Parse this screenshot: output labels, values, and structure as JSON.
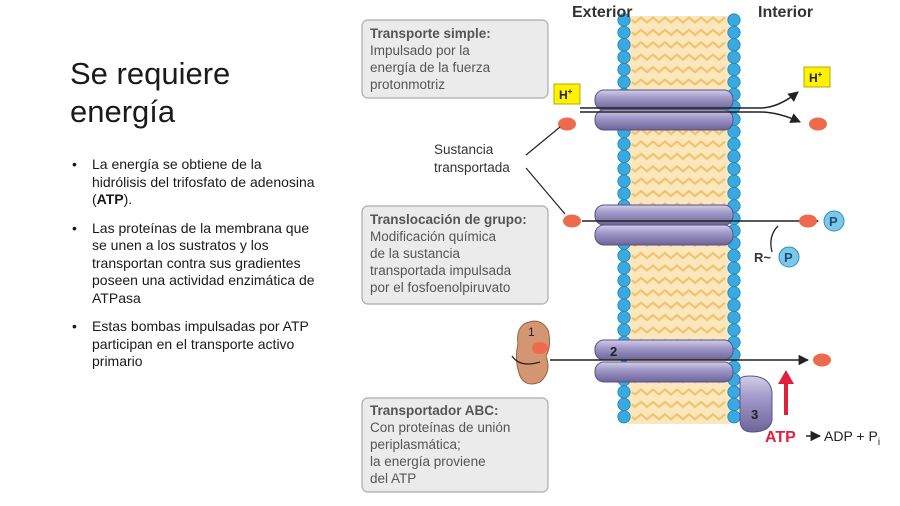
{
  "slide": {
    "title_line1": "Se requiere",
    "title_line2": "energía",
    "bullets": [
      {
        "before": "La energía se obtiene de la hidrólisis del trifosfato de adenosina (",
        "bold": "ATP",
        "after": ")."
      },
      {
        "before": "Las proteínas de la membrana que se unen a los sustratos y los transportan contra sus gradientes poseen una actividad enzimática de ATPasa",
        "bold": "",
        "after": ""
      },
      {
        "before": "Estas bombas impulsadas por ATP participan en el transporte activo primario",
        "bold": "",
        "after": ""
      }
    ]
  },
  "diagram": {
    "exterior_label": "Exterior",
    "interior_label": "Interior",
    "box_simple": {
      "title": "Transporte simple:",
      "lines": [
        "Impulsado por la",
        "energía de la fuerza",
        "protonmotriz"
      ]
    },
    "box_group": {
      "title": "Translocación de grupo:",
      "lines": [
        "Modificación química",
        "de la sustancia",
        "transportada impulsada",
        "por el fosfoenolpiruvato"
      ]
    },
    "box_abc": {
      "title": "Transportador ABC:",
      "lines": [
        "Con proteínas de unión",
        "periplasmática;",
        "la energía proviene",
        "del ATP"
      ]
    },
    "substance_label_line1": "Sustancia",
    "substance_label_line2": "transportada",
    "proton_label": "H",
    "proton_charge": "+",
    "phosphate_label": "P",
    "r_label": "R~",
    "step1": "1",
    "step2": "2",
    "step3": "3",
    "atp_label": "ATP",
    "adp_label": "ADP + P",
    "adp_sub": "i",
    "colors": {
      "lipid_head": "#3aa9e0",
      "lipid_tail": "#f3c26b",
      "protein": "#9a92c4",
      "substance": "#ee6a4c",
      "proton_box": "#fff200",
      "atp_red": "#e0203c",
      "box_bg": "#ebebeb",
      "box_text": "#555555"
    }
  }
}
